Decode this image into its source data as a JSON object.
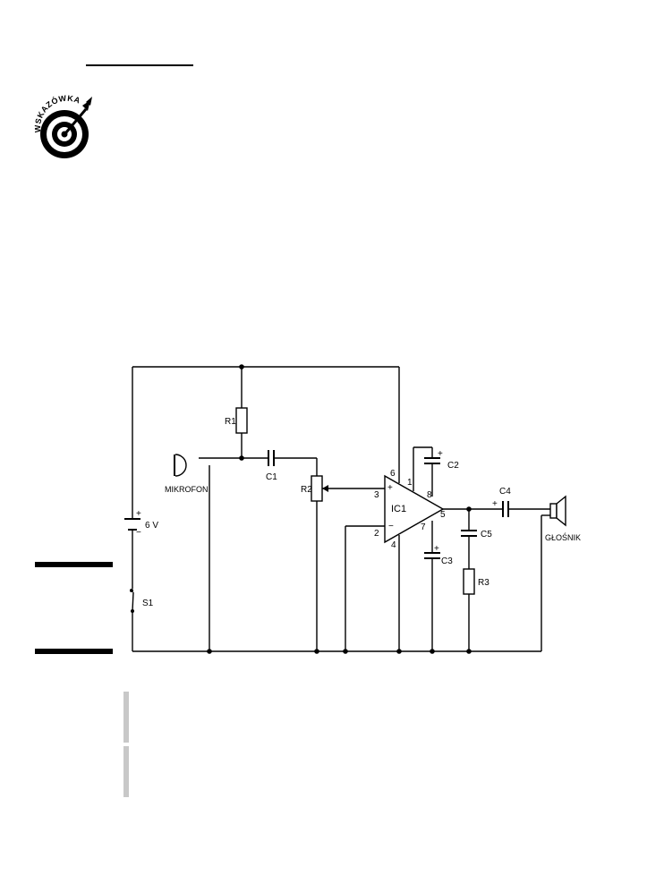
{
  "icon": {
    "name": "target-icon",
    "label": "WSKAZÓWKA"
  },
  "schematic": {
    "components": {
      "r1": "R1",
      "r2": "R2",
      "r3": "R3",
      "c1": "C1",
      "c2": "C2",
      "c3": "C3",
      "c4": "C4",
      "c5": "C5",
      "ic1": "IC1",
      "s1": "S1",
      "battery": "6 V",
      "microphone": "MIKROFON",
      "speaker": "GŁOŚNIK"
    },
    "pins": {
      "p1": "1",
      "p2": "2",
      "p3": "3",
      "p4": "4",
      "p5": "5",
      "p6": "6",
      "p7": "7",
      "p8": "8"
    },
    "signs": {
      "plus": "+",
      "minus": "−"
    }
  }
}
